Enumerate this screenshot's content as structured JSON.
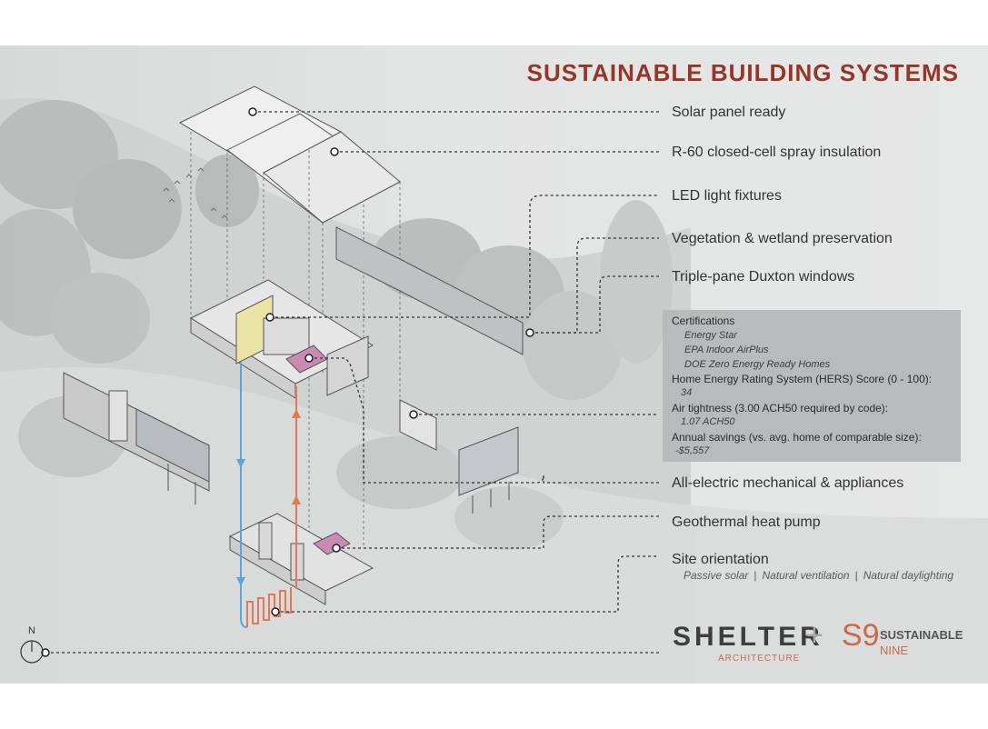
{
  "title": "SUSTAINABLE BUILDING SYSTEMS",
  "features": [
    "Solar panel ready",
    "R-60 closed-cell spray insulation",
    "LED light fixtures",
    "Vegetation & wetland preservation",
    "Triple-pane Duxton windows",
    "All-electric mechanical & appliances",
    "Geothermal heat pump",
    "Site orientation"
  ],
  "site_orientation_details": [
    "Passive solar",
    "Natural ventilation",
    "Natural daylighting"
  ],
  "certifications": {
    "heading": "Certifications",
    "items": [
      "Energy Star",
      "EPA Indoor AirPlus",
      "DOE Zero Energy Ready Homes"
    ],
    "hers_label": "Home Energy Rating System (HERS) Score (0 - 100):",
    "hers_value": "34",
    "air_label": "Air tightness (3.00 ACH50 required by code):",
    "air_value": "1.07 ACH50",
    "savings_label": "Annual savings (vs. avg. home of comparable size):",
    "savings_value": "-$5,557"
  },
  "brands": {
    "shelter": "SHELTER",
    "shelter_sub": "ARCHITECTURE",
    "plus": "+",
    "s9_mark": "S9",
    "s9_line1": "SUSTAINABLE",
    "s9_line2": "NINE"
  },
  "north_label": "N",
  "colors": {
    "title": "#953629",
    "brand_accent": "#c86a4e",
    "cold_pipe": "#5aa6dc",
    "hot_pipe": "#e07a56",
    "cert_box": "#b9babb"
  }
}
